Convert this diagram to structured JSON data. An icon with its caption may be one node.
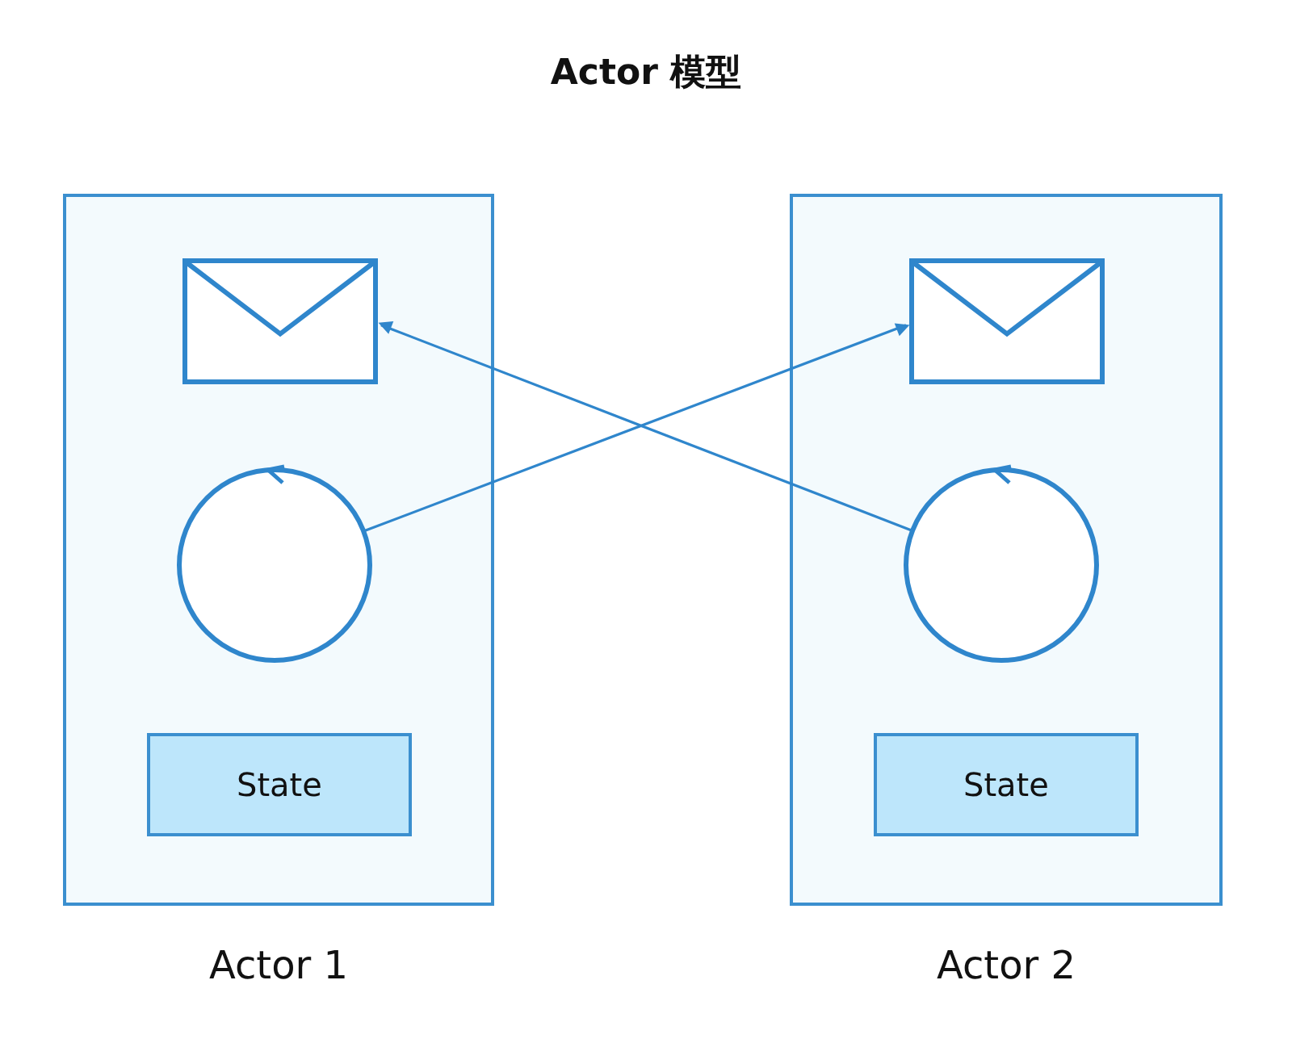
{
  "diagram": {
    "title": "Actor 模型",
    "nodes": [
      {
        "text": [
          "Actor 1"
        ]
      },
      {
        "text": [],
        "shape": "envelope",
        "in": 0
      },
      {
        "text": [],
        "shape": "circle",
        "in": 0
      },
      {
        "text": [
          "State"
        ],
        "in": 0
      },
      {
        "text": [
          "Actor 2"
        ]
      },
      {
        "text": [],
        "shape": "envelope",
        "in": 4
      },
      {
        "text": [],
        "shape": "circle",
        "in": 4
      },
      {
        "text": [
          "State"
        ],
        "in": 4
      }
    ],
    "edges": [
      {
        "from": 2,
        "to": 5,
        "arrow": "to"
      },
      {
        "from": 6,
        "to": 1,
        "arrow": "to"
      }
    ]
  }
}
